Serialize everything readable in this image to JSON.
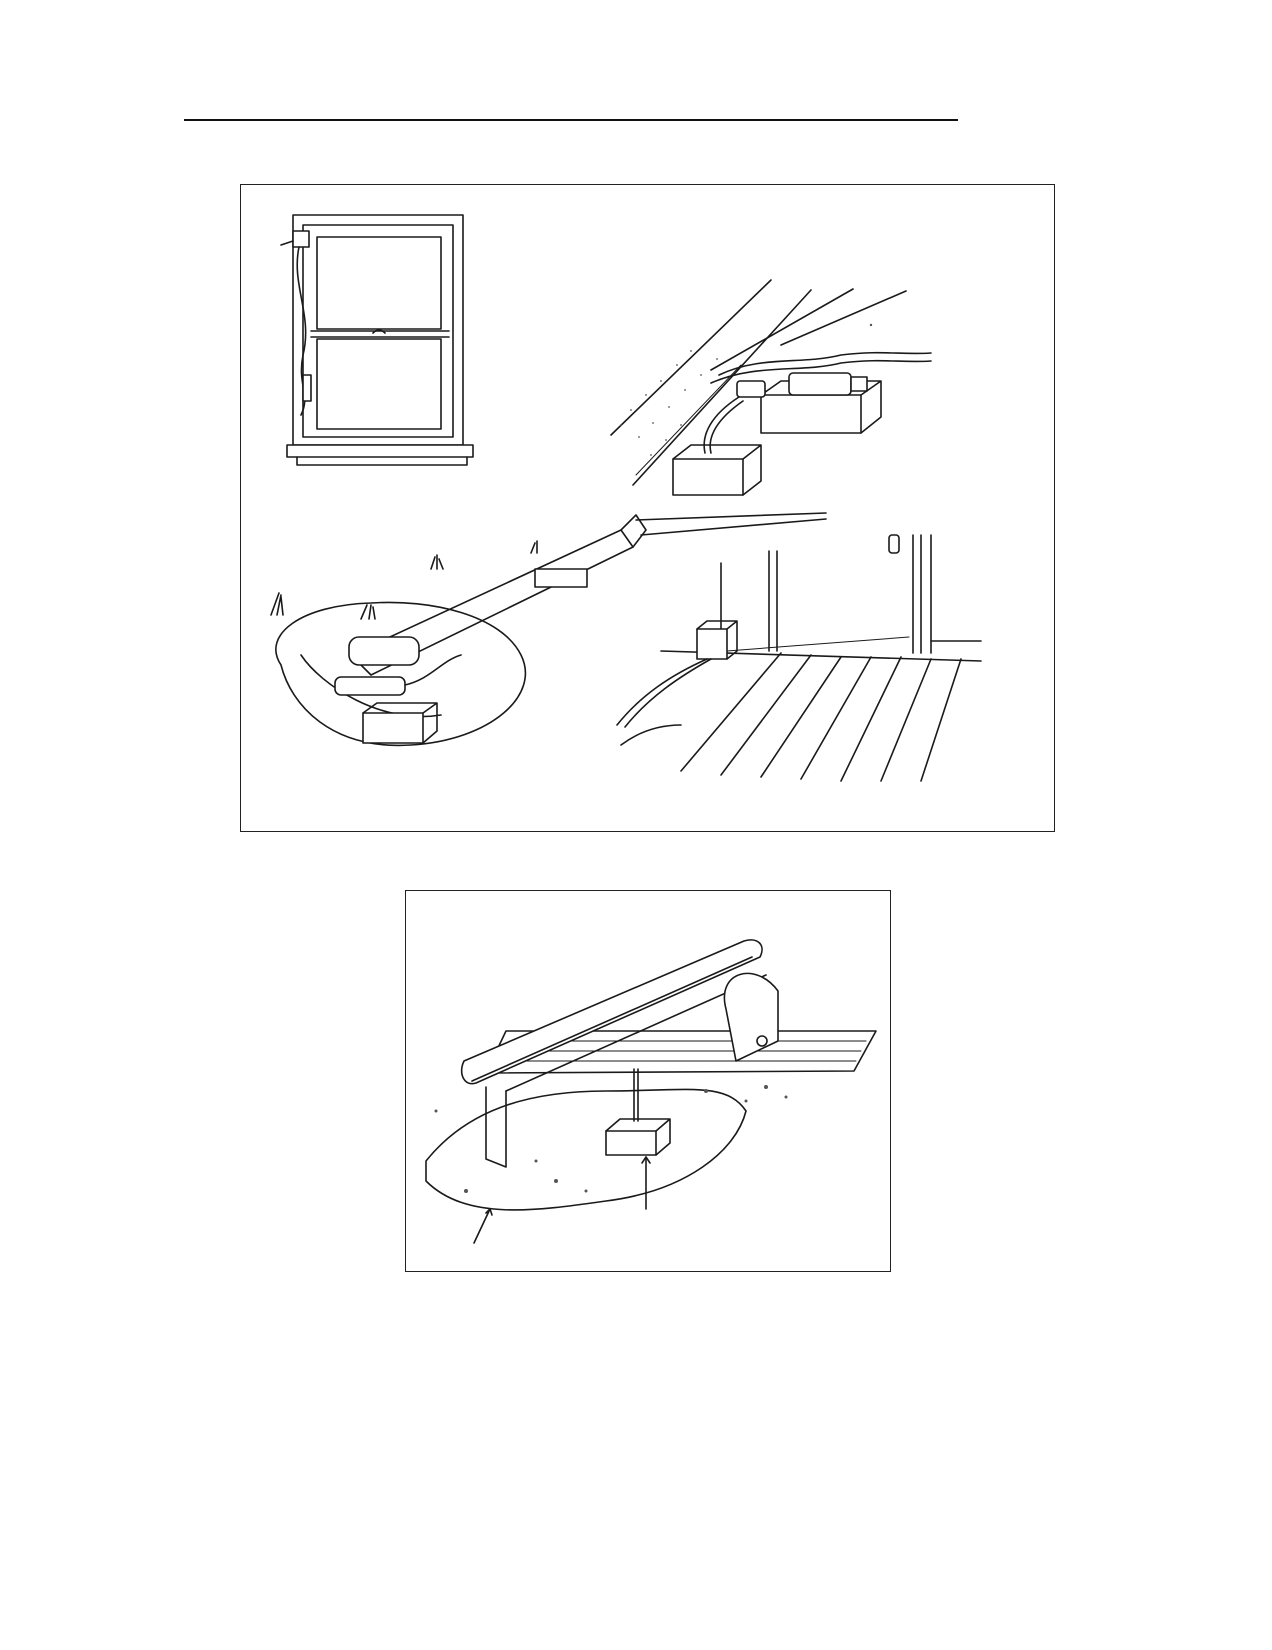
{
  "document": {
    "colors": {
      "ink": "#1a1a1a",
      "paper": "#ffffff"
    },
    "figures": [
      {
        "id": "booby-trap-scenes",
        "scenes": [
          "window-sash-trap",
          "floorboard-plank-trap",
          "rifle-trap",
          "doorway-tripwire-trap"
        ]
      },
      {
        "id": "rail-charge",
        "scenes": [
          "rail-track-charge"
        ]
      }
    ]
  }
}
